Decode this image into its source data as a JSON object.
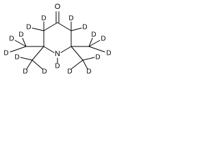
{
  "molecule": {
    "atoms": {
      "oxygen": "O",
      "nitrogen": "N",
      "deuterium": "D"
    },
    "colors": {
      "bond": "#000000",
      "label": "#000000",
      "background": "#ffffff"
    }
  }
}
